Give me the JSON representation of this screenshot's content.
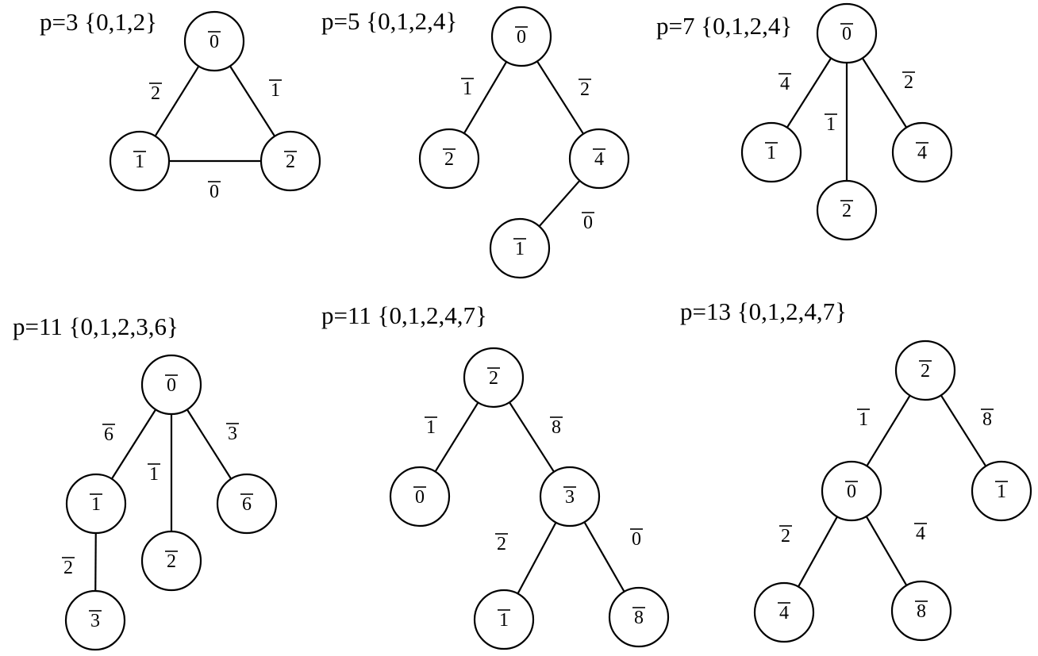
{
  "diagrams": [
    {
      "title": "p=3 {0,1,2}",
      "nodes": [
        {
          "id": "a",
          "label": "0"
        },
        {
          "id": "b",
          "label": "1"
        },
        {
          "id": "c",
          "label": "2"
        }
      ],
      "edges": [
        {
          "from": "a",
          "to": "b",
          "label": "2"
        },
        {
          "from": "a",
          "to": "c",
          "label": "1"
        },
        {
          "from": "b",
          "to": "c",
          "label": "0"
        }
      ]
    },
    {
      "title": "p=5 {0,1,2,4}",
      "nodes": [
        {
          "id": "a",
          "label": "0"
        },
        {
          "id": "b",
          "label": "2"
        },
        {
          "id": "c",
          "label": "4"
        },
        {
          "id": "d",
          "label": "1"
        }
      ],
      "edges": [
        {
          "from": "a",
          "to": "b",
          "label": "1"
        },
        {
          "from": "a",
          "to": "c",
          "label": "2"
        },
        {
          "from": "c",
          "to": "d",
          "label": "0"
        }
      ]
    },
    {
      "title": "p=7 {0,1,2,4}",
      "nodes": [
        {
          "id": "a",
          "label": "0"
        },
        {
          "id": "b",
          "label": "1"
        },
        {
          "id": "c",
          "label": "2"
        },
        {
          "id": "d",
          "label": "4"
        }
      ],
      "edges": [
        {
          "from": "a",
          "to": "b",
          "label": "4"
        },
        {
          "from": "a",
          "to": "c",
          "label": "1"
        },
        {
          "from": "a",
          "to": "d",
          "label": "2"
        }
      ]
    },
    {
      "title": "p=11 {0,1,2,3,6}",
      "nodes": [
        {
          "id": "a",
          "label": "0"
        },
        {
          "id": "b",
          "label": "1"
        },
        {
          "id": "c",
          "label": "2"
        },
        {
          "id": "d",
          "label": "6"
        },
        {
          "id": "e",
          "label": "3"
        }
      ],
      "edges": [
        {
          "from": "a",
          "to": "b",
          "label": "6"
        },
        {
          "from": "a",
          "to": "c",
          "label": "1"
        },
        {
          "from": "a",
          "to": "d",
          "label": "3"
        },
        {
          "from": "b",
          "to": "e",
          "label": "2"
        }
      ]
    },
    {
      "title": "p=11 {0,1,2,4,7}",
      "nodes": [
        {
          "id": "a",
          "label": "2"
        },
        {
          "id": "b",
          "label": "0"
        },
        {
          "id": "c",
          "label": "3"
        },
        {
          "id": "d",
          "label": "1"
        },
        {
          "id": "e",
          "label": "8"
        }
      ],
      "edges": [
        {
          "from": "a",
          "to": "b",
          "label": "1"
        },
        {
          "from": "a",
          "to": "c",
          "label": "8"
        },
        {
          "from": "c",
          "to": "d",
          "label": "2"
        },
        {
          "from": "c",
          "to": "e",
          "label": "0"
        }
      ]
    },
    {
      "title": "p=13 {0,1,2,4,7}",
      "nodes": [
        {
          "id": "a",
          "label": "2"
        },
        {
          "id": "b",
          "label": "0"
        },
        {
          "id": "c",
          "label": "1"
        },
        {
          "id": "d",
          "label": "4"
        },
        {
          "id": "e",
          "label": "8"
        }
      ],
      "edges": [
        {
          "from": "a",
          "to": "b",
          "label": "1"
        },
        {
          "from": "a",
          "to": "c",
          "label": "8"
        },
        {
          "from": "b",
          "to": "d",
          "label": "2"
        },
        {
          "from": "b",
          "to": "e",
          "label": "4"
        }
      ]
    }
  ]
}
